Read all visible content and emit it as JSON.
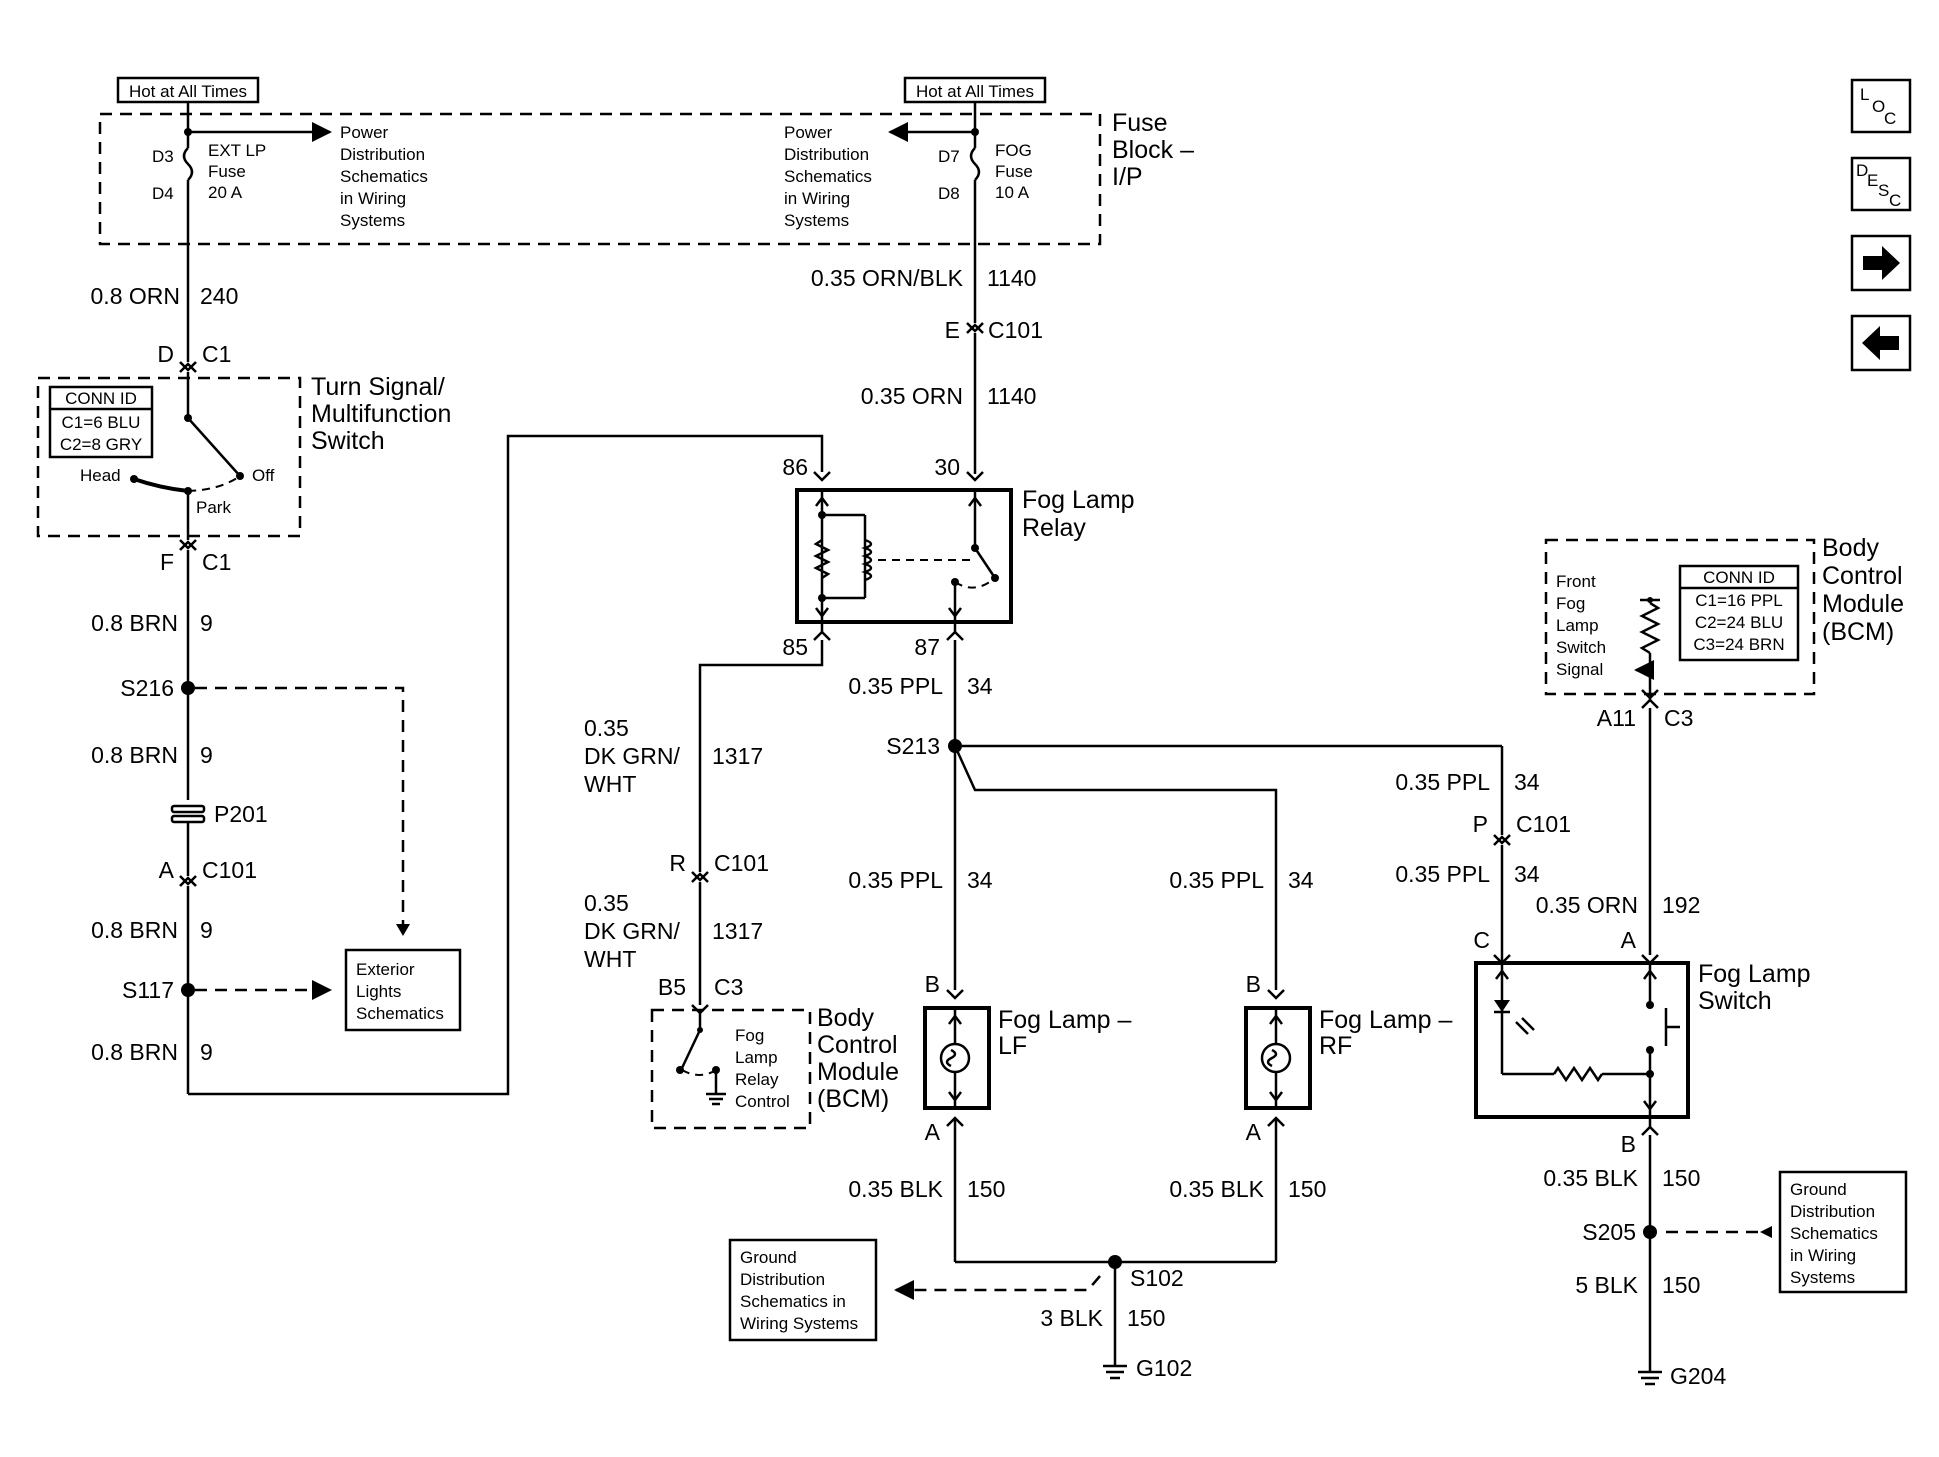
{
  "hot_labels": [
    "Hot at All Times",
    "Hot at All Times"
  ],
  "fuse_block": {
    "title_lines": [
      "Fuse",
      "Block –",
      "I/P"
    ]
  },
  "fuse_ext": {
    "pin_top": "D3",
    "pin_bottom": "D4",
    "lines": [
      "EXT LP",
      "Fuse",
      "20 A"
    ]
  },
  "fuse_fog": {
    "pin_top": "D7",
    "pin_bottom": "D8",
    "lines": [
      "FOG",
      "Fuse",
      "10 A"
    ]
  },
  "pds_text": [
    "Power",
    "Distribution",
    "Schematics",
    "in Wiring",
    "Systems"
  ],
  "nav": [
    "LOC",
    "DESC",
    "→",
    "←"
  ],
  "turn_switch": {
    "title_lines": [
      "Turn Signal/",
      "Multifunction",
      "Switch"
    ],
    "conn_id": [
      "CONN ID",
      "C1=6 BLU",
      "C2=8 GRY"
    ],
    "positions": {
      "head": "Head",
      "off": "Off",
      "park": "Park"
    }
  },
  "relay": {
    "title_lines": [
      "Fog Lamp",
      "Relay"
    ],
    "pins": [
      "86",
      "30",
      "85",
      "87"
    ]
  },
  "bcm_top": {
    "title_lines": [
      "Body",
      "Control",
      "Module",
      "(BCM)"
    ],
    "signal_lines": [
      "Front",
      "Fog",
      "Lamp",
      "Switch",
      "Signal"
    ],
    "conn_id": [
      "CONN ID",
      "C1=16 PPL",
      "C2=24 BLU",
      "C3=24 BRN"
    ]
  },
  "bcm_bottom": {
    "title_lines": [
      "Body",
      "Control",
      "Module",
      "(BCM)"
    ],
    "lines": [
      "Fog",
      "Lamp",
      "Relay",
      "Control"
    ]
  },
  "fog_lf": [
    "Fog Lamp –",
    "LF"
  ],
  "fog_rf": [
    "Fog Lamp –",
    "RF"
  ],
  "fog_switch": [
    "Fog Lamp",
    "Switch"
  ],
  "exterior_box": [
    "Exterior",
    "Lights",
    "Schematics"
  ],
  "ground_box_left": [
    "Ground",
    "Distribution",
    "Schematics in",
    "Wiring Systems"
  ],
  "ground_box_right": [
    "Ground",
    "Distribution",
    "Schematics",
    "in Wiring",
    "Systems"
  ],
  "wire_labels": {
    "w1": "0.8 ORN",
    "c1": "240",
    "w2": "0.35 ORN/BLK",
    "c2": "1140",
    "w3": "0.35 ORN",
    "c3": "1140",
    "w4": "0.8 BRN",
    "c4": "9",
    "w5": "0.8 BRN",
    "c5": "9",
    "w6": "0.8 BRN",
    "c6": "9",
    "w7": "0.8 BRN",
    "c7": "9",
    "w8": "0.35 PPL",
    "c8": "34",
    "w9": "0.35 PPL",
    "c9": "34",
    "w10": "0.35 PPL",
    "c10": "34",
    "w11": "0.35 PPL",
    "c11": "34",
    "w12": "0.35 PPL",
    "c12": "34",
    "w13": "0.35 ORN",
    "c13": "192",
    "w14": "0.35 BLK",
    "c14": "150",
    "w15": "0.35 BLK",
    "c15": "150",
    "w16": "0.35 BLK",
    "c16": "150",
    "w17": "3 BLK",
    "c17": "150",
    "w18": "5 BLK",
    "c18": "150",
    "dkgrn1": [
      "0.35",
      "DK GRN/",
      "WHT"
    ],
    "dkc1": "1317",
    "dkgrn2": [
      "0.35",
      "DK GRN/",
      "WHT"
    ],
    "dkc2": "1317"
  },
  "connectors": {
    "d_c1": [
      "D",
      "C1"
    ],
    "f_c1": [
      "F",
      "C1"
    ],
    "e_c101": [
      "E",
      "C101"
    ],
    "a_c101": [
      "A",
      "C101"
    ],
    "r_c101": [
      "R",
      "C101"
    ],
    "p_c101": [
      "P",
      "C101"
    ],
    "b5_c3": [
      "B5",
      "C3"
    ],
    "a11_c3": [
      "A11",
      "C3"
    ],
    "lf_top": "B",
    "lf_bot": "A",
    "rf_top": "B",
    "rf_bot": "A",
    "sw_c": "C",
    "sw_a": "A",
    "sw_b": "B"
  },
  "splices": {
    "s216": "S216",
    "s117": "S117",
    "s213": "S213",
    "s102": "S102",
    "s205": "S205",
    "p201": "P201"
  },
  "grounds": {
    "g102": "G102",
    "g204": "G204"
  }
}
